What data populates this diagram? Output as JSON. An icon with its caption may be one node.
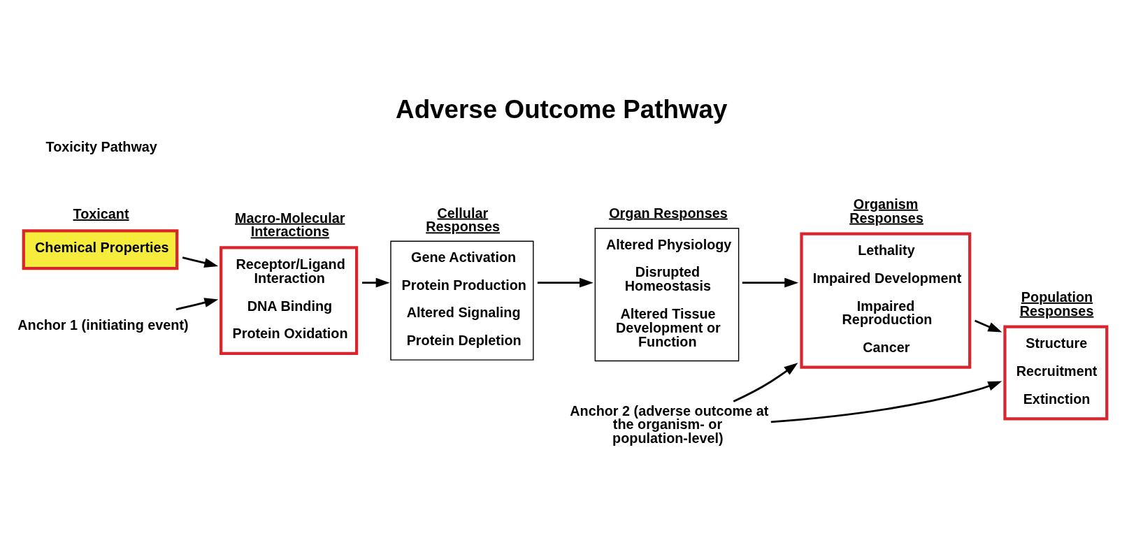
{
  "diagram": {
    "title": "Adverse Outcome Pathway",
    "nodes": [
      {
        "text": [
          "Toxicant",
          "Chemical Properties"
        ]
      },
      {
        "text": [
          "Macro-Molecular Interactions",
          "Receptor/Ligand Interaction",
          "DNA Binding",
          "Protein Oxidation"
        ]
      },
      {
        "text": [
          "Cellular Responses",
          "Gene Activation",
          "Protein Production",
          "Altered Signaling",
          "Protein Depletion"
        ]
      },
      {
        "text": [
          "Organ Responses",
          "Altered Physiology",
          "Disrupted Homeostasis",
          "Altered Tissue Development or Function"
        ]
      },
      {
        "text": [
          "Organism Responses",
          "Lethality",
          "Impaired Development",
          "Impaired Reproduction",
          "Cancer"
        ]
      },
      {
        "text": [
          "Population Responses",
          "Structure",
          "Recruitment",
          "Extinction"
        ]
      },
      {
        "text": [
          "Anchor 1 (initiating event)"
        ]
      },
      {
        "text": [
          "Anchor 2 (adverse outcome at the organism- or population-level)"
        ]
      }
    ],
    "edges": [
      {
        "from": 0,
        "to": 1,
        "arrow": "to"
      },
      {
        "from": 1,
        "to": 2,
        "arrow": "to"
      },
      {
        "from": 2,
        "to": 3,
        "arrow": "to"
      },
      {
        "from": 3,
        "to": 4,
        "arrow": "to"
      },
      {
        "from": 4,
        "to": 5,
        "arrow": "to"
      },
      {
        "from": 6,
        "to": 1,
        "arrow": "to"
      },
      {
        "from": 7,
        "to": 4,
        "arrow": "to"
      },
      {
        "from": 7,
        "to": 5,
        "arrow": "to"
      }
    ],
    "labels": [
      "Toxicity Pathway"
    ]
  }
}
